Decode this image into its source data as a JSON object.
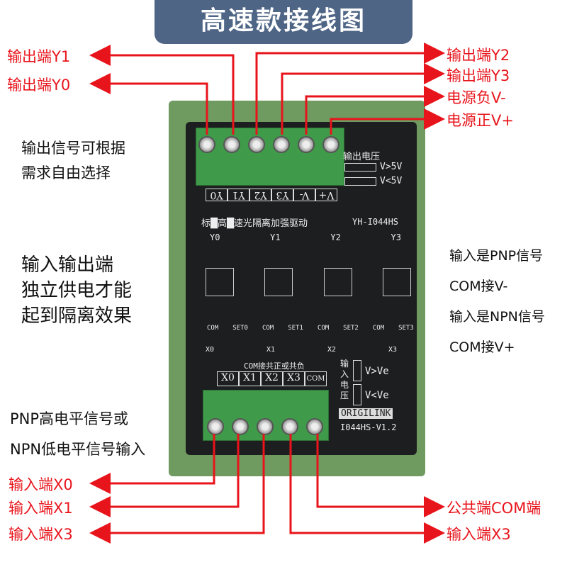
{
  "title": "高速款接线图",
  "top_left_labels": [
    "输出端Y1",
    "输出端Y0"
  ],
  "top_right_labels": [
    "输出端Y2",
    "输出端Y3",
    "电源负V-",
    "电源正V+"
  ],
  "left_note1": [
    "输出信号可根据",
    "需求自由选择"
  ],
  "left_note2": [
    "输入输出端",
    "独立供电才能",
    "起到隔离效果"
  ],
  "right_notes": [
    "输入是PNP信号",
    "COM接V-",
    "输入是NPN信号",
    "COM接V+"
  ],
  "left_note3": [
    "PNP高电平信号或",
    "NPN低电平信号输入"
  ],
  "bottom_left_labels": [
    "输入端X0",
    "输入端X1",
    "输入端X3"
  ],
  "bottom_right_labels": [
    "公共端COM端",
    "输入端X3"
  ],
  "board": {
    "output_terminals": [
      "Y0",
      "Y1",
      "Y2",
      "Y3",
      "V-",
      "V+"
    ],
    "output_voltage_title": "输出电压",
    "out_v_high": "V>5V",
    "out_v_low": "V<5V",
    "headline": "标█高█速光隔离加强驱动",
    "model": "YH-I044HS",
    "channels": [
      "Y0",
      "Y1",
      "Y2",
      "Y3"
    ],
    "inputs": [
      "X0",
      "X1",
      "X2",
      "X3"
    ],
    "set_labels": [
      "SET0",
      "SET1",
      "SET2",
      "SET3"
    ],
    "com_small": "COM",
    "com_note": "COM接共正或共负",
    "input_terminals": [
      "X0",
      "X1",
      "X2",
      "X3",
      "COM"
    ],
    "input_voltage_title": "输入电压",
    "in_v_high": "V>Ve",
    "in_v_low": "V<Ve",
    "brand": "ORIGILINK",
    "version": "I044HS-V1.2"
  },
  "colors": {
    "red": "#e8141b",
    "banner": "#4f6585",
    "pcb": "#1c1e1f",
    "terminal": "#3f9a4a"
  }
}
